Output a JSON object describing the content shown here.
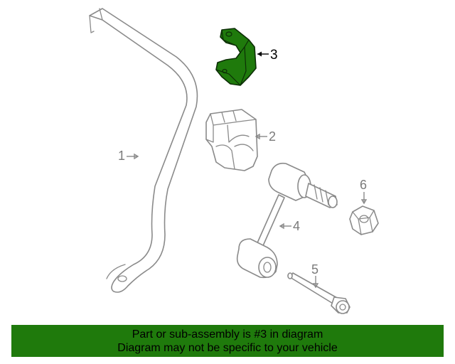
{
  "callouts": [
    {
      "id": "1",
      "label": "1"
    },
    {
      "id": "2",
      "label": "2"
    },
    {
      "id": "3",
      "label": "3"
    },
    {
      "id": "4",
      "label": "4"
    },
    {
      "id": "5",
      "label": "5"
    },
    {
      "id": "6",
      "label": "6"
    }
  ],
  "highlight": {
    "part": "3",
    "color": "#1f7a0c"
  },
  "footer": {
    "line1": "Part or sub-assembly is #3 in diagram",
    "line2": "Diagram may not be specific to your vehicle",
    "background": "#1f7a0c"
  }
}
